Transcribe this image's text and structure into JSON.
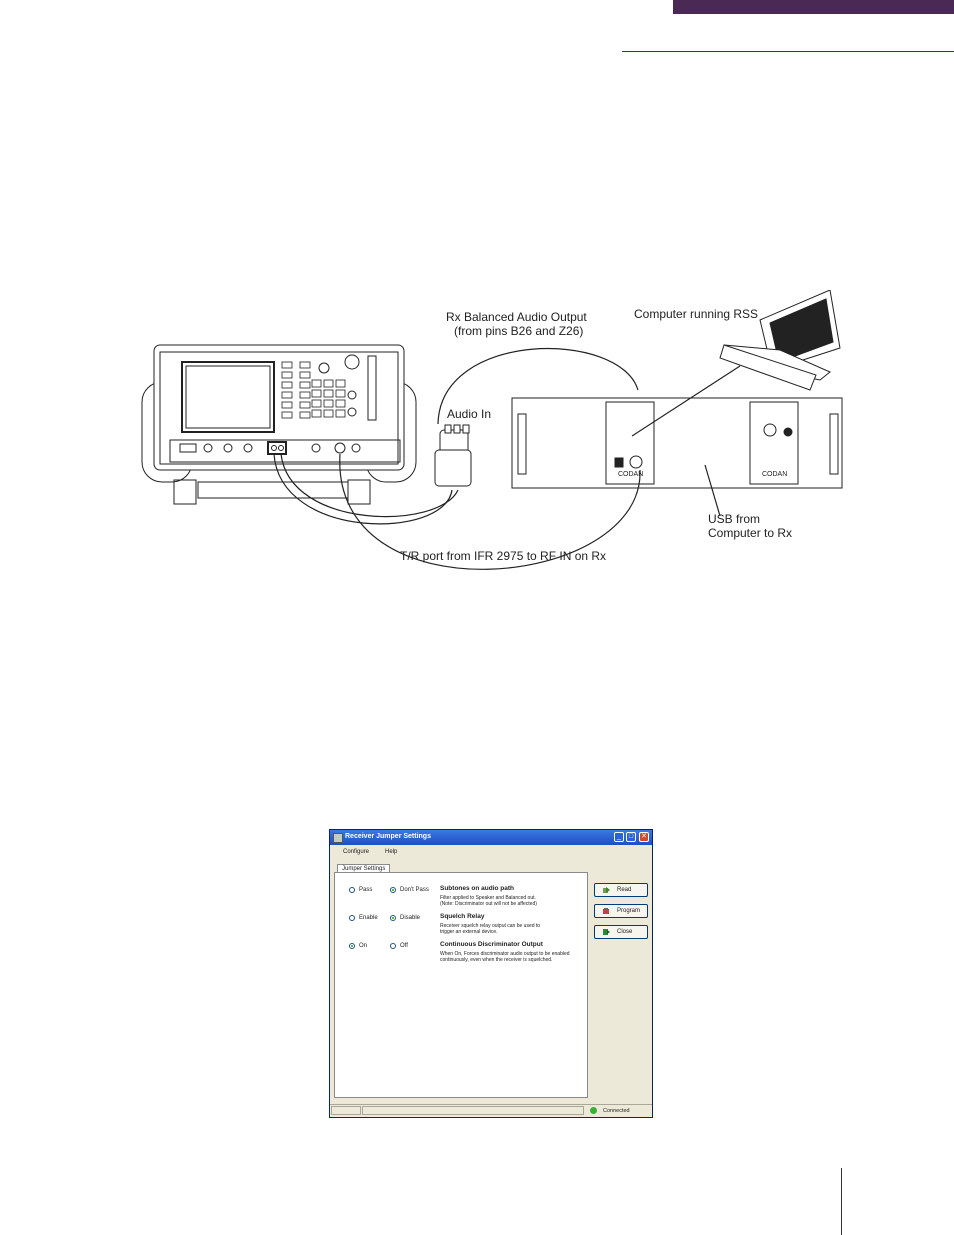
{
  "diagram": {
    "labels": {
      "rx_audio_line1": "Rx Balanced Audio Output",
      "rx_audio_line2": "(from pins B26 and Z26)",
      "computer": "Computer running RSS",
      "audio_in": "Audio In",
      "usb_line1": "USB from",
      "usb_line2": "Computer to Rx",
      "tr_port": "T/R port from IFR 2975 to RF IN on Rx"
    },
    "brand": "CODAN"
  },
  "dialog": {
    "title": "Receiver Jumper Settings",
    "menu": [
      "Configure",
      "Help"
    ],
    "tab": "Jumper Settings",
    "settings": [
      {
        "options": [
          "Pass",
          "Don't Pass"
        ],
        "selected": "Don't Pass",
        "title": "Subtones on audio path",
        "desc1": "Filter applied to Speaker and Balanced out.",
        "desc2": "(Note:  Discriminator out will not be affected)"
      },
      {
        "options": [
          "Enable",
          "Disable"
        ],
        "selected": "Disable",
        "title": "Squelch Relay",
        "desc1": "Receiver squelch relay output can be used to",
        "desc2": "trigger an external device."
      },
      {
        "options": [
          "On",
          "Off"
        ],
        "selected": "On",
        "title": "Continuous Discriminator Output",
        "desc1": "When On, Forces discriminator audio output to be enabled",
        "desc2": "continuously, even when the receiver is squelched."
      }
    ],
    "buttons": {
      "read": "Read",
      "program": "Program",
      "close": "Close"
    },
    "status": "Connected",
    "colors": {
      "title_bar": "#1d4fc6",
      "status_ok": "#38b038"
    }
  }
}
